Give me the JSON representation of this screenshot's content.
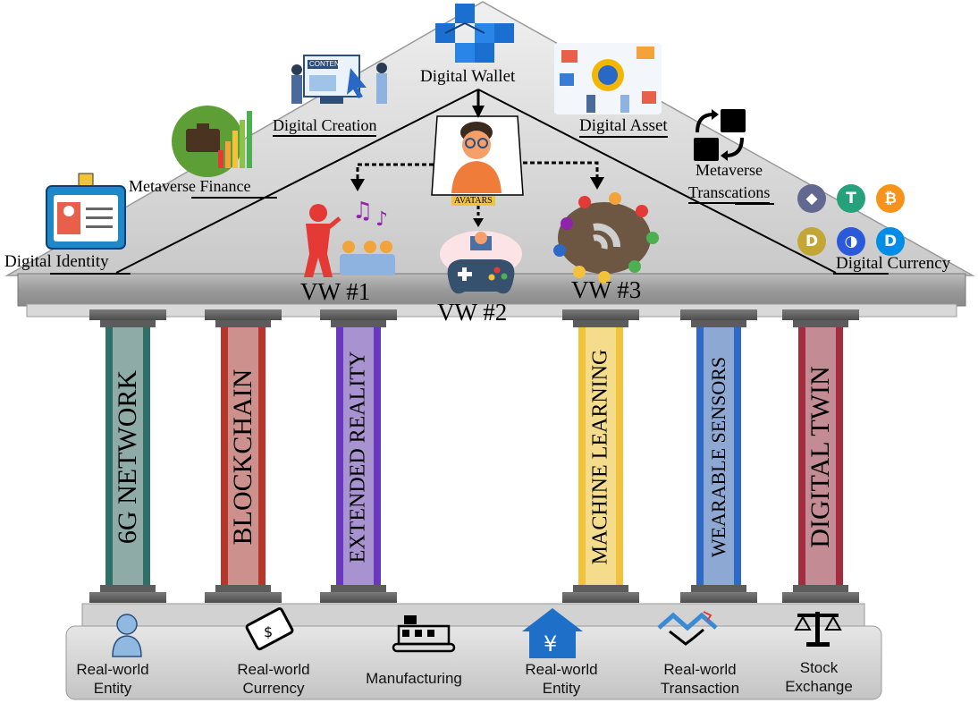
{
  "roof": {
    "digital_wallet": "Digital Wallet",
    "digital_creation": "Digital Creation",
    "digital_asset": "Digital Asset",
    "metaverse_finance": "Metaverse Finance",
    "metaverse_transactions_line1": "Metaverse",
    "metaverse_transactions_line2": "Transcations",
    "digital_identity": "Digital Identity",
    "digital_currency": "Digital Currency",
    "avatars": "AVATARS",
    "content_screen": "CONTENT"
  },
  "virtual_worlds": [
    {
      "label": "VW #1"
    },
    {
      "label": "VW #2"
    },
    {
      "label": "VW #3"
    }
  ],
  "pillars": [
    {
      "label": "6G NETWORK",
      "color": "#2f6f68"
    },
    {
      "label": "BLOCKCHAIN",
      "color": "#b8352b"
    },
    {
      "label": "EXTENDED REALITY",
      "color": "#6a38c0"
    },
    {
      "label": "MACHINE LEARNING",
      "color": "#f2c33a"
    },
    {
      "label": "WEARABLE SENSORS",
      "color": "#2e69c8"
    },
    {
      "label": "DIGITAL TWIN",
      "color": "#a52b3e"
    }
  ],
  "foundation": [
    {
      "line1": "Real-world",
      "line2": "Entity",
      "icon": "person-icon"
    },
    {
      "line1": "Real-world",
      "line2": "Currency",
      "icon": "dollar-bill-icon"
    },
    {
      "line1": "Manufacturing",
      "line2": "",
      "icon": "factory-icon"
    },
    {
      "line1": "Real-world",
      "line2": "Entity",
      "icon": "yen-house-icon"
    },
    {
      "line1": "Real-world",
      "line2": "Transaction",
      "icon": "handshake-icon"
    },
    {
      "line1": "Stock",
      "line2": "Exchange",
      "icon": "balance-scale-icon"
    }
  ],
  "coins": [
    {
      "symbol": "◆",
      "color": "#62688f"
    },
    {
      "symbol": "T",
      "color": "#26a17b"
    },
    {
      "symbol": "₿",
      "color": "#f7931a"
    },
    {
      "symbol": "D",
      "color": "#c3a634"
    },
    {
      "symbol": "◑",
      "color": "#2a5ada"
    },
    {
      "symbol": "D",
      "color": "#008ce7"
    }
  ]
}
